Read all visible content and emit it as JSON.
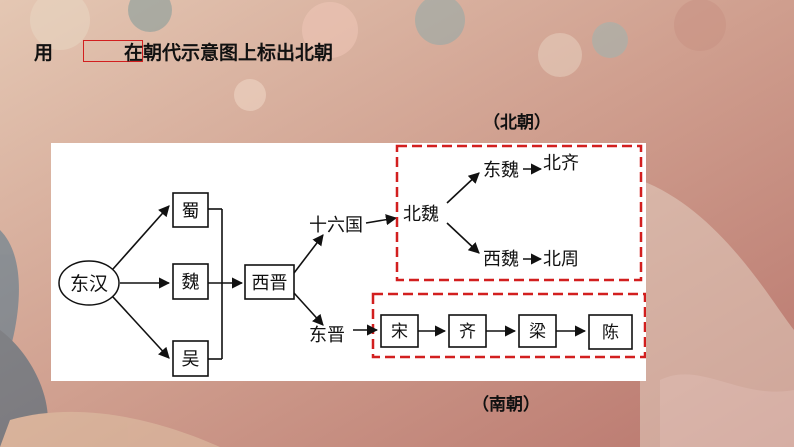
{
  "instruction": {
    "prefix": "用",
    "suffix": "在朝代示意图上标出北朝"
  },
  "labels": {
    "north": "（北朝）",
    "south": "（南朝）"
  },
  "diagram": {
    "dong_han": "东汉",
    "shu": "蜀",
    "wei": "魏",
    "wu": "吴",
    "xi_jin": "西晋",
    "shiliuguo": "十六国",
    "dong_jin": "东晋",
    "bei_wei": "北魏",
    "dong_wei": "东魏",
    "bei_qi": "北齐",
    "xi_wei": "西魏",
    "bei_zhou": "北周",
    "song": "宋",
    "qi": "齐",
    "liang": "梁",
    "chen": "陈"
  },
  "colors": {
    "highlight_red": "#d21f1f",
    "ink": "#111111"
  }
}
